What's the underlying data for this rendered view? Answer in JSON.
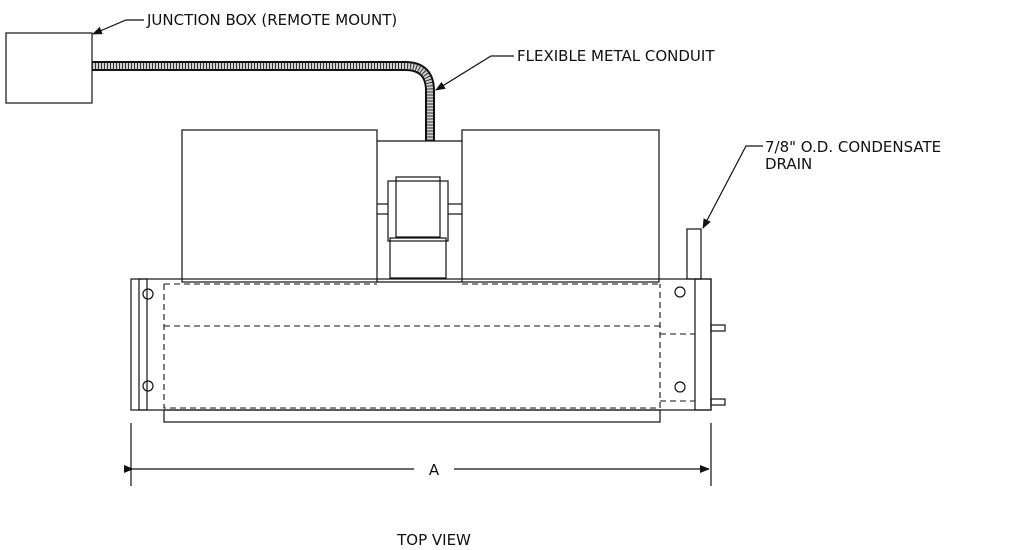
{
  "labels": {
    "junction_box": "JUNCTION BOX (REMOTE MOUNT)",
    "conduit": "FLEXIBLE METAL CONDUIT",
    "drain_line1": "7/8\" O.D. CONDENSATE",
    "drain_line2": "DRAIN",
    "dimension": "A",
    "view_title": "TOP VIEW"
  }
}
